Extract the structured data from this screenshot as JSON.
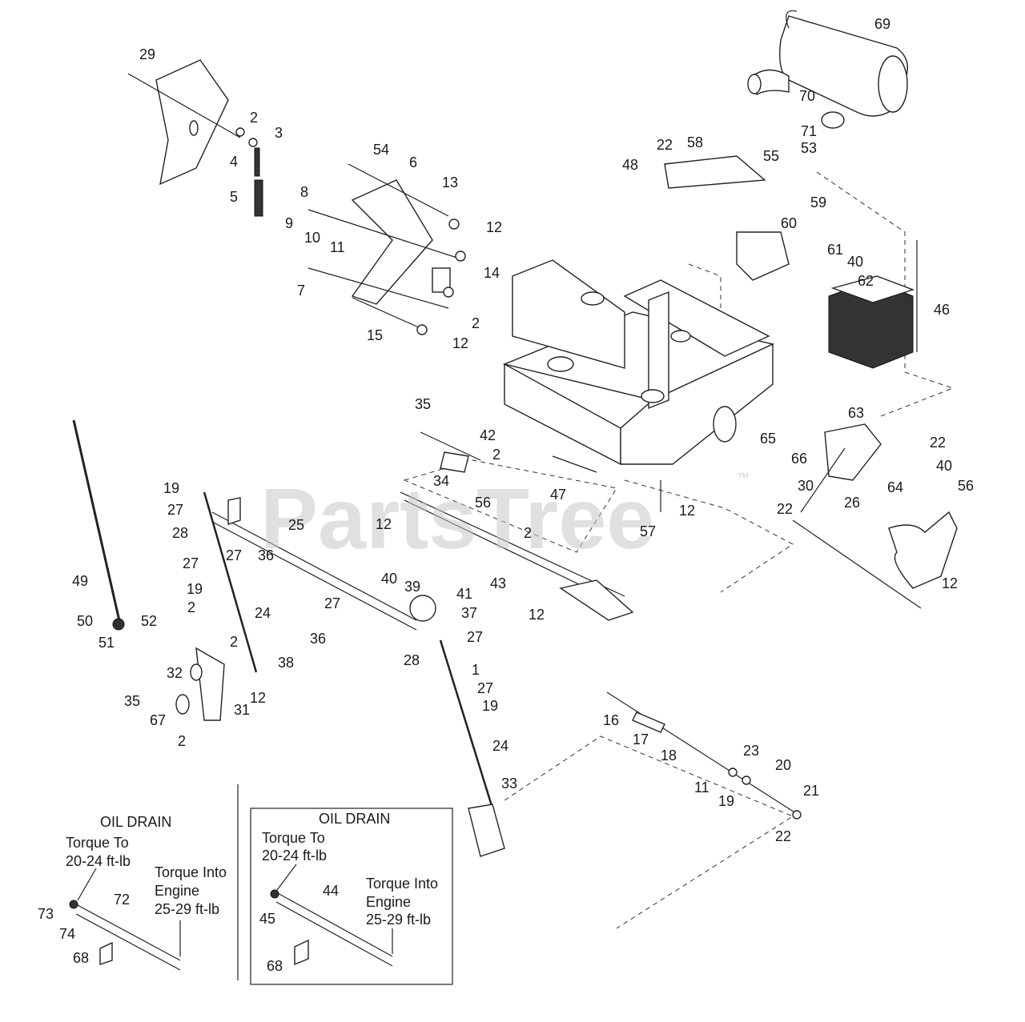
{
  "watermark": {
    "text": "PartsTree",
    "mark": "™"
  },
  "part_labels": [
    {
      "id": "69",
      "text": "69"
    },
    {
      "id": "70",
      "text": "70"
    },
    {
      "id": "71",
      "text": "71"
    },
    {
      "id": "53",
      "text": "53"
    },
    {
      "id": "29",
      "text": "29"
    },
    {
      "id": "2a",
      "text": "2"
    },
    {
      "id": "3",
      "text": "3"
    },
    {
      "id": "4",
      "text": "4"
    },
    {
      "id": "5",
      "text": "5"
    },
    {
      "id": "54",
      "text": "54"
    },
    {
      "id": "6",
      "text": "6"
    },
    {
      "id": "13",
      "text": "13"
    },
    {
      "id": "8",
      "text": "8"
    },
    {
      "id": "9",
      "text": "9"
    },
    {
      "id": "10",
      "text": "10"
    },
    {
      "id": "11a",
      "text": "11"
    },
    {
      "id": "12a",
      "text": "12"
    },
    {
      "id": "7",
      "text": "7"
    },
    {
      "id": "14",
      "text": "14"
    },
    {
      "id": "15",
      "text": "15"
    },
    {
      "id": "2b",
      "text": "2"
    },
    {
      "id": "12b",
      "text": "12"
    },
    {
      "id": "22a",
      "text": "22"
    },
    {
      "id": "58",
      "text": "58"
    },
    {
      "id": "48",
      "text": "48"
    },
    {
      "id": "55",
      "text": "55"
    },
    {
      "id": "59",
      "text": "59"
    },
    {
      "id": "60",
      "text": "60"
    },
    {
      "id": "61",
      "text": "61"
    },
    {
      "id": "40a",
      "text": "40"
    },
    {
      "id": "62",
      "text": "62"
    },
    {
      "id": "46",
      "text": "46"
    },
    {
      "id": "63",
      "text": "63"
    },
    {
      "id": "65",
      "text": "65"
    },
    {
      "id": "22b",
      "text": "22"
    },
    {
      "id": "66",
      "text": "66"
    },
    {
      "id": "40b",
      "text": "40"
    },
    {
      "id": "30",
      "text": "30"
    },
    {
      "id": "64",
      "text": "64"
    },
    {
      "id": "56a",
      "text": "56"
    },
    {
      "id": "22c",
      "text": "22"
    },
    {
      "id": "26",
      "text": "26"
    },
    {
      "id": "12c",
      "text": "12"
    },
    {
      "id": "35a",
      "text": "35"
    },
    {
      "id": "42",
      "text": "42"
    },
    {
      "id": "2c",
      "text": "2"
    },
    {
      "id": "34",
      "text": "34"
    },
    {
      "id": "56b",
      "text": "56"
    },
    {
      "id": "47",
      "text": "47"
    },
    {
      "id": "12d",
      "text": "12"
    },
    {
      "id": "57",
      "text": "57"
    },
    {
      "id": "12e",
      "text": "12"
    },
    {
      "id": "2d",
      "text": "2"
    },
    {
      "id": "19a",
      "text": "19"
    },
    {
      "id": "27a",
      "text": "27"
    },
    {
      "id": "28a",
      "text": "28"
    },
    {
      "id": "25",
      "text": "25"
    },
    {
      "id": "27b",
      "text": "27"
    },
    {
      "id": "27c",
      "text": "27"
    },
    {
      "id": "36a",
      "text": "36"
    },
    {
      "id": "19b",
      "text": "19"
    },
    {
      "id": "49",
      "text": "49"
    },
    {
      "id": "40c",
      "text": "40"
    },
    {
      "id": "39",
      "text": "39"
    },
    {
      "id": "43",
      "text": "43"
    },
    {
      "id": "41",
      "text": "41"
    },
    {
      "id": "37",
      "text": "37"
    },
    {
      "id": "12f",
      "text": "12"
    },
    {
      "id": "27d",
      "text": "27"
    },
    {
      "id": "2e",
      "text": "2"
    },
    {
      "id": "24a",
      "text": "24"
    },
    {
      "id": "50",
      "text": "50"
    },
    {
      "id": "51",
      "text": "51"
    },
    {
      "id": "52",
      "text": "52"
    },
    {
      "id": "36b",
      "text": "36"
    },
    {
      "id": "2f",
      "text": "2"
    },
    {
      "id": "27e",
      "text": "27"
    },
    {
      "id": "28b",
      "text": "28"
    },
    {
      "id": "38",
      "text": "38"
    },
    {
      "id": "1",
      "text": "1"
    },
    {
      "id": "32",
      "text": "32"
    },
    {
      "id": "12g",
      "text": "12"
    },
    {
      "id": "27f",
      "text": "27"
    },
    {
      "id": "35b",
      "text": "35"
    },
    {
      "id": "31",
      "text": "31"
    },
    {
      "id": "19c",
      "text": "19"
    },
    {
      "id": "67",
      "text": "67"
    },
    {
      "id": "2g",
      "text": "2"
    },
    {
      "id": "16",
      "text": "16"
    },
    {
      "id": "17",
      "text": "17"
    },
    {
      "id": "18",
      "text": "18"
    },
    {
      "id": "24b",
      "text": "24"
    },
    {
      "id": "23",
      "text": "23"
    },
    {
      "id": "20",
      "text": "20"
    },
    {
      "id": "11b",
      "text": "11"
    },
    {
      "id": "19d",
      "text": "19"
    },
    {
      "id": "21",
      "text": "21"
    },
    {
      "id": "33",
      "text": "33"
    },
    {
      "id": "22d",
      "text": "22"
    },
    {
      "id": "73",
      "text": "73"
    },
    {
      "id": "74",
      "text": "74"
    },
    {
      "id": "72",
      "text": "72"
    },
    {
      "id": "68a",
      "text": "68"
    },
    {
      "id": "45",
      "text": "45"
    },
    {
      "id": "44",
      "text": "44"
    },
    {
      "id": "68b",
      "text": "68"
    }
  ],
  "oil_drain_left": {
    "title": "OIL DRAIN",
    "torque_to": [
      "Torque To",
      "20-24 ft-lb"
    ],
    "torque_into": [
      "Torque Into",
      "Engine",
      "25-29 ft-lb"
    ]
  },
  "oil_drain_right": {
    "title": "OIL DRAIN",
    "torque_to": [
      "Torque To",
      "20-24 ft-lb"
    ],
    "torque_into": [
      "Torque Into",
      "Engine",
      "25-29 ft-lb"
    ]
  }
}
